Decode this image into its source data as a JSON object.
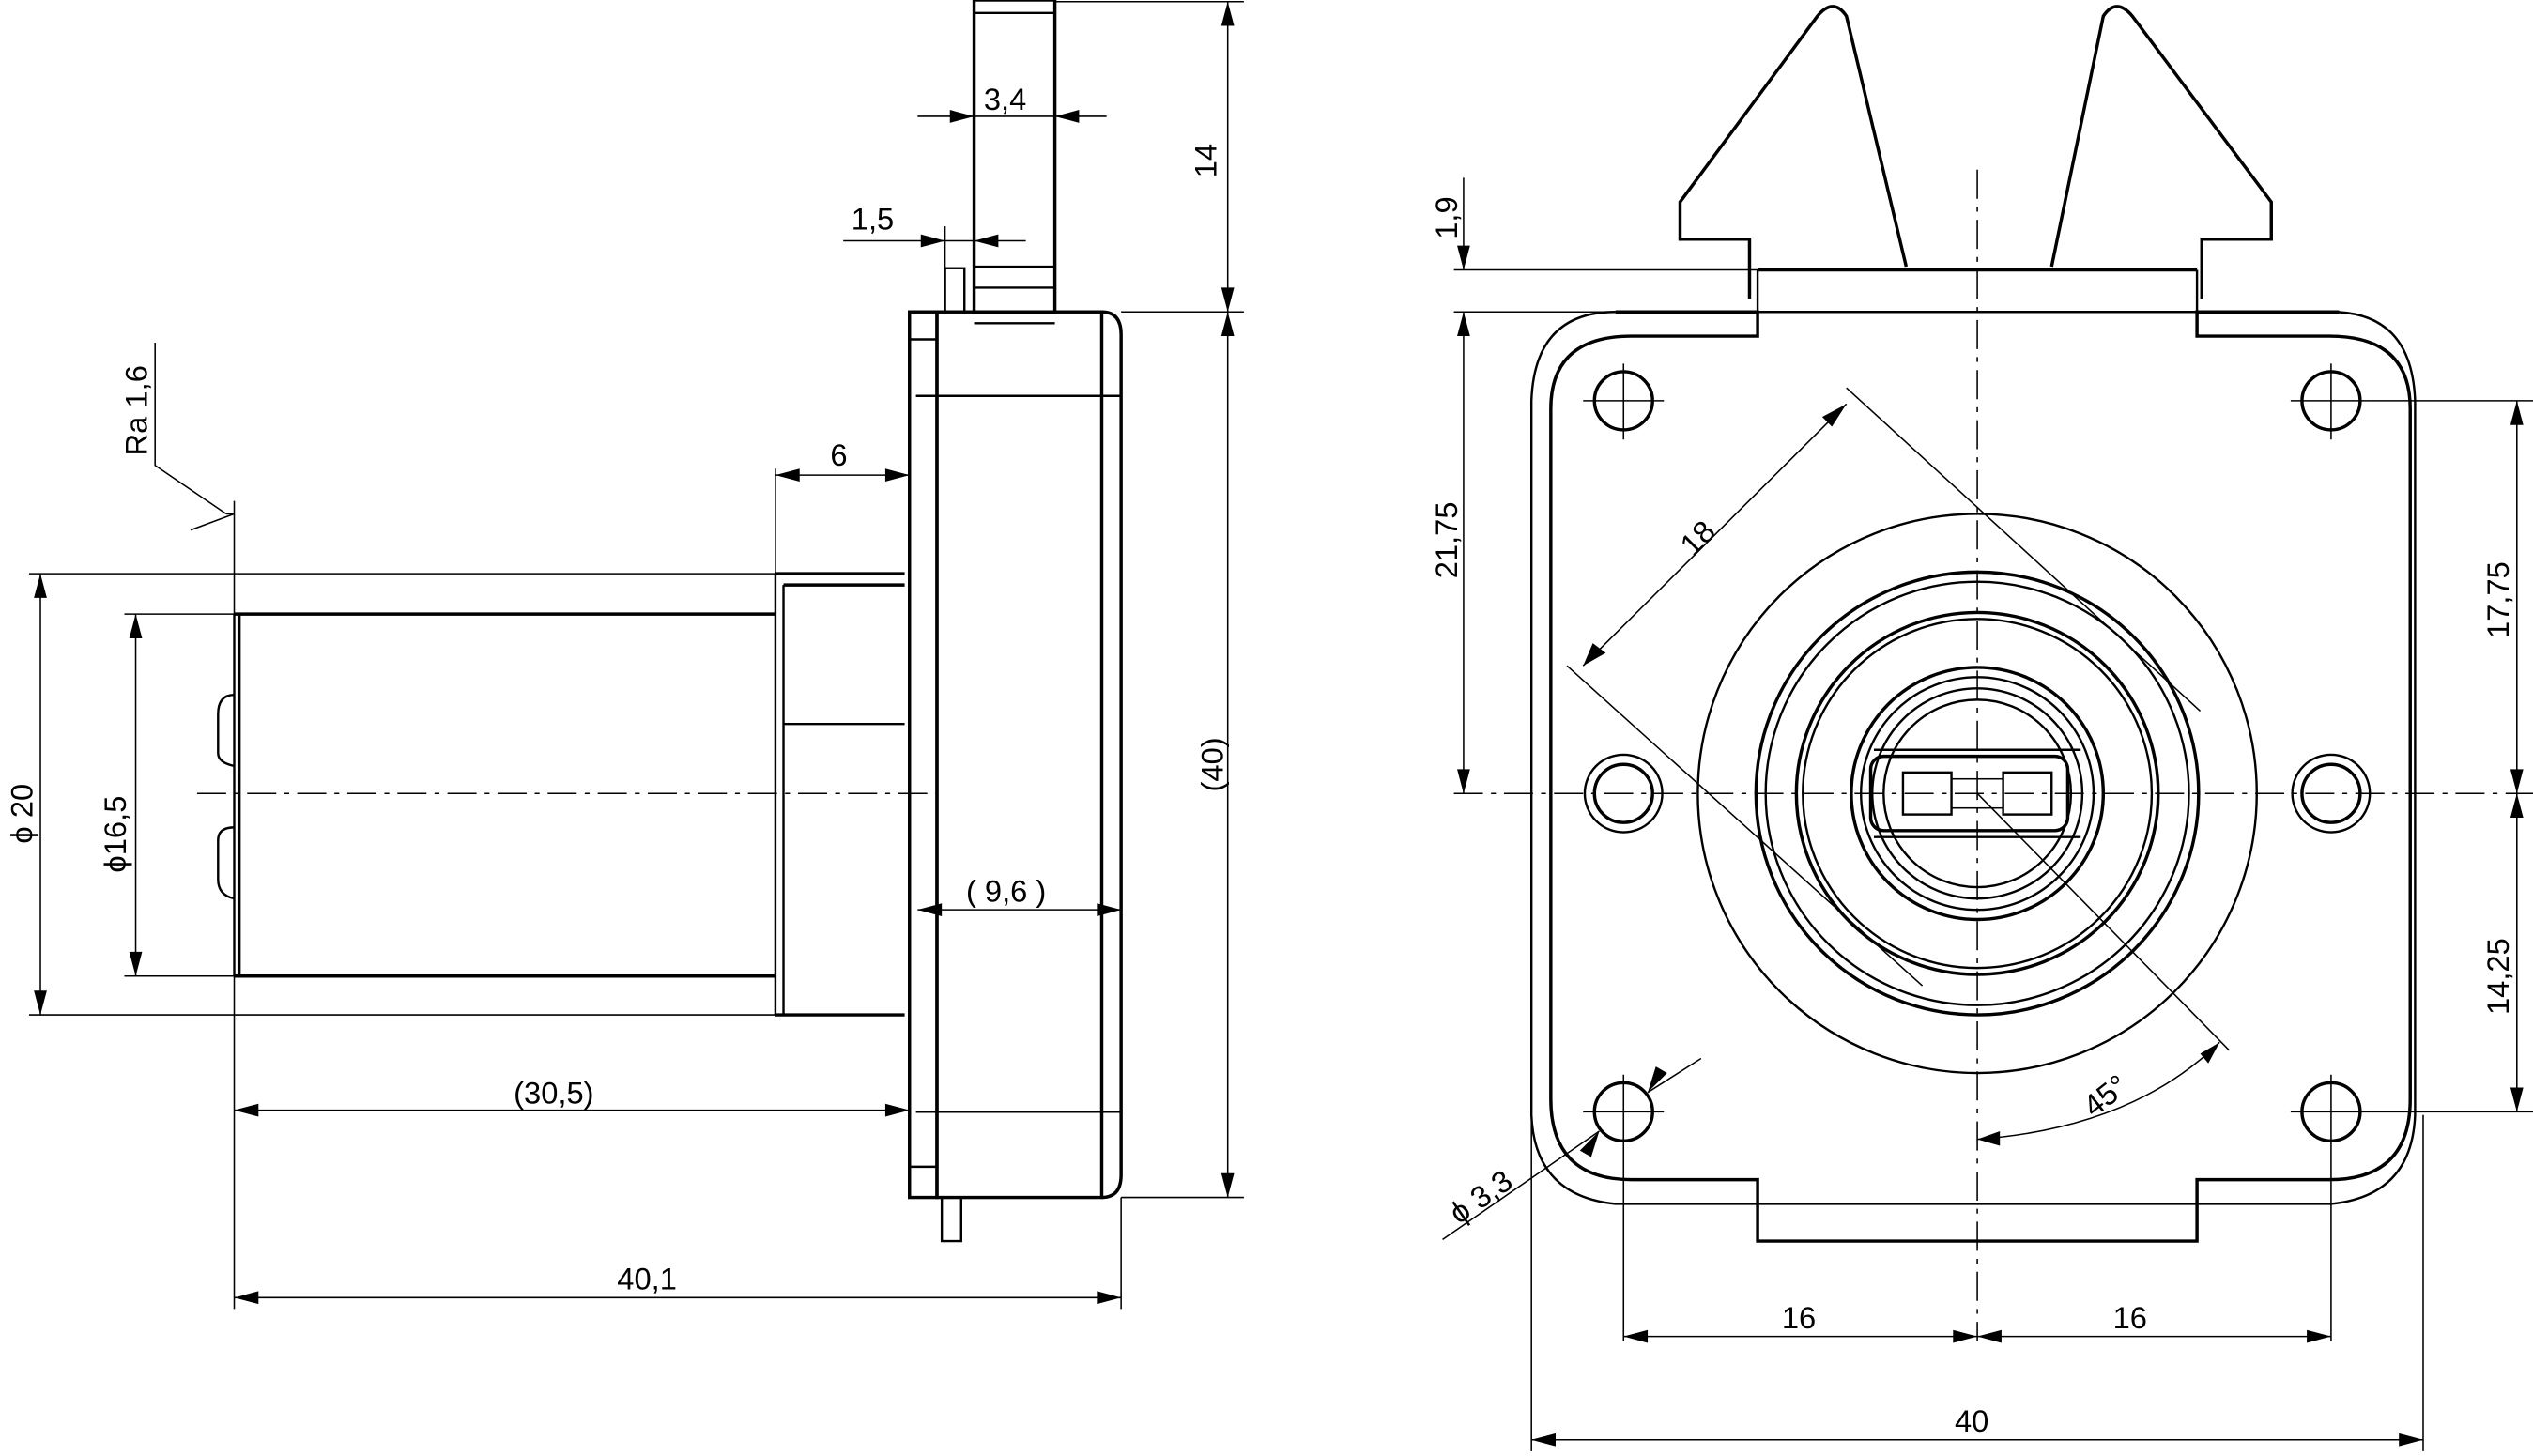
{
  "drawing": {
    "title": "Cam lock technical drawing",
    "views": [
      "side-view",
      "front-view"
    ],
    "line_color": "#000000",
    "background": "#ffffff"
  },
  "side_view": {
    "surface_finish": "Ra 1,6",
    "dims": {
      "tongue_width": "3,4",
      "tongue_height": "14",
      "tab_offset": "1,5",
      "shoulder_length": "6",
      "outer_diameter": "ϕ 20",
      "inner_diameter": "ϕ16,5",
      "housing_height": "(40)",
      "housing_depth": "( 9,6 )",
      "cylinder_length": "(30,5)",
      "overall_length": "40,1"
    }
  },
  "front_view": {
    "dims": {
      "flange_offset": "1,9",
      "top_to_center": "21,75",
      "key_diagonal": "18",
      "hole_to_center_top": "17,75",
      "center_to_hole_bottom": "14,25",
      "angle": "45°",
      "hole_diameter": "ϕ 3,3",
      "hole_spacing_left": "16",
      "hole_spacing_right": "16",
      "overall_width": "40"
    }
  }
}
